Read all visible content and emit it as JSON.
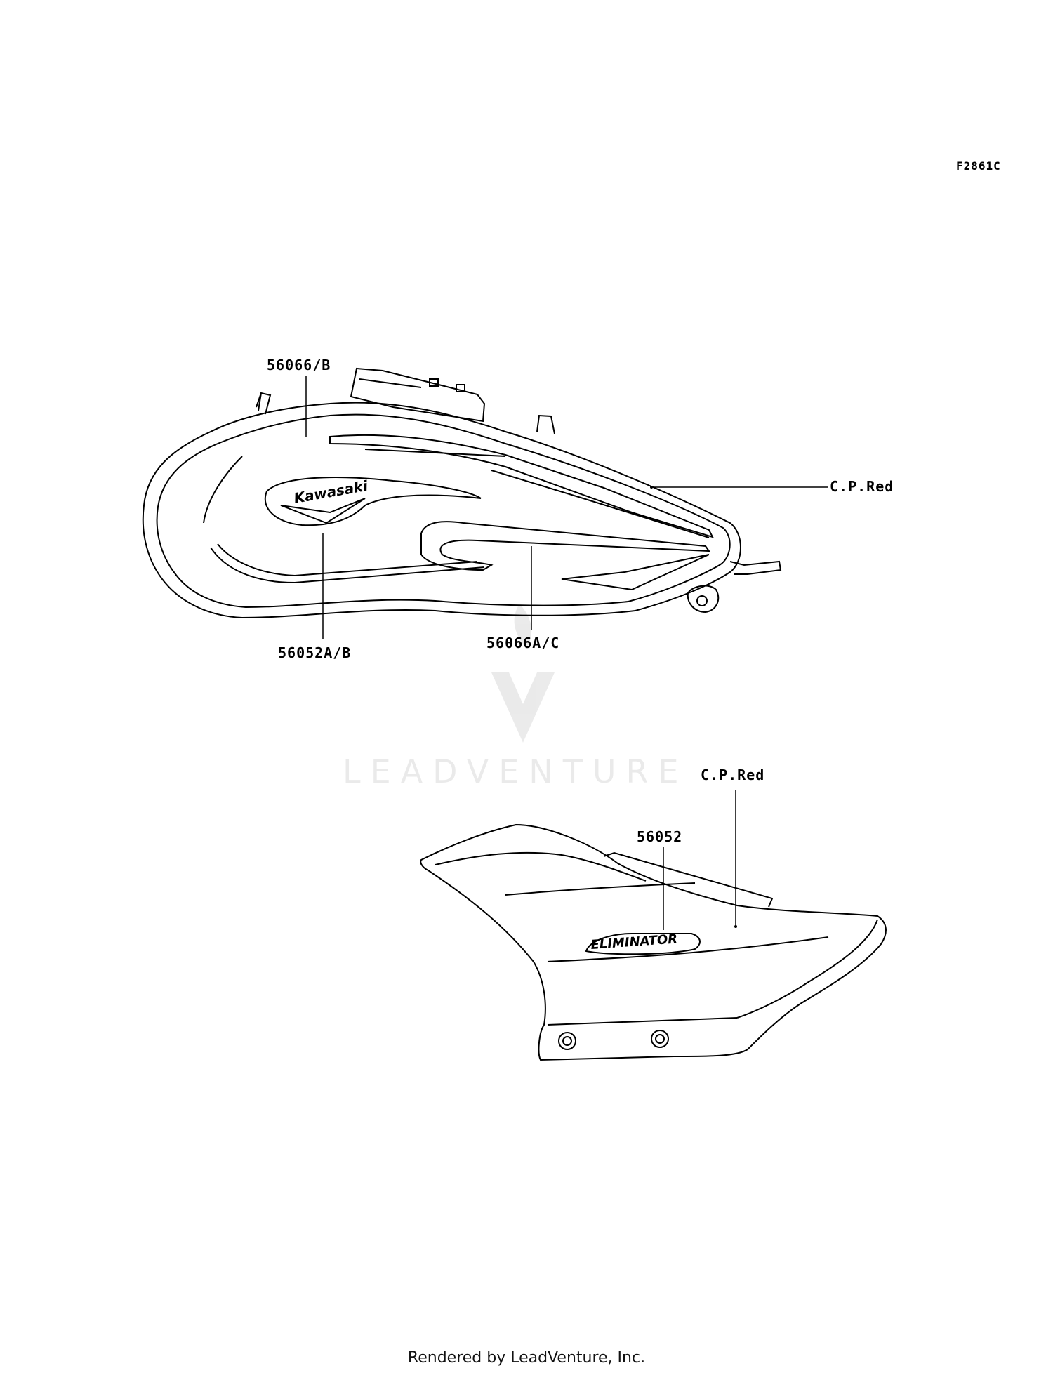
{
  "diagram_code": "F2861C",
  "callouts": {
    "tank_stripe_upper": "56066/B",
    "tank_color": "C.P.Red",
    "tank_emblem": "56052A/B",
    "tank_stripe_lower": "56066A/C",
    "cover_color": "C.P.Red",
    "cover_emblem": "56052"
  },
  "logo_text": "Kawasaki",
  "cover_logo_text": "ELIMINATOR",
  "watermark": "LEADVENTURE",
  "footer": "Rendered by LeadVenture, Inc.",
  "colors": {
    "line": "#000000",
    "watermark": "#000000"
  }
}
